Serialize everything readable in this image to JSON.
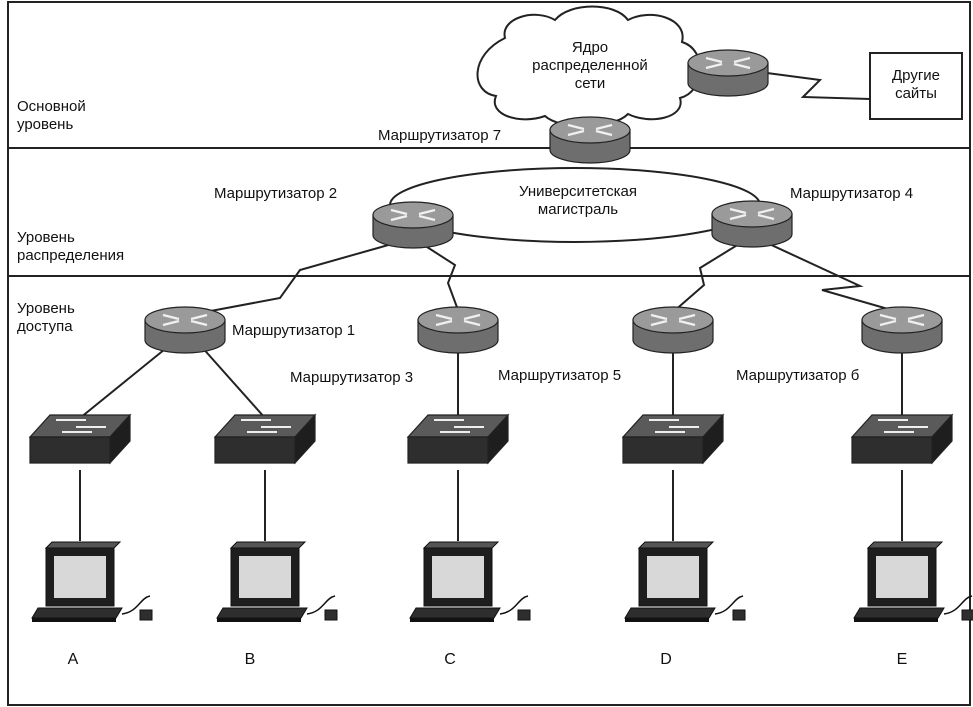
{
  "colors": {
    "router_top": "#9a9a9a",
    "router_side": "#6e6e6e",
    "switch_top": "#5a5a5a",
    "switch_side": "#2e2e2e",
    "screen": "#d8d8d8",
    "line": "#222222"
  },
  "layers": {
    "core": "Основной\nуровень",
    "distribution": "Уровень\nраспределения",
    "access": "Уровень\nдоступа"
  },
  "cloud_label": "Ядро\nраспределенной\nсети",
  "other_sites_label": "Другие\nсайты",
  "backbone_label": "Университетская\nмагистраль",
  "routers": {
    "r1": "Маршрутизатор 1",
    "r2": "Маршрутизатор 2",
    "r3": "Маршрутизатор 3",
    "r4": "Маршрутизатор 4",
    "r5": "Маршрутизатор 5",
    "r6": "Маршрутизатор б",
    "r7": "Маршрутизатор 7"
  },
  "hosts": [
    "A",
    "B",
    "C",
    "D",
    "E"
  ]
}
